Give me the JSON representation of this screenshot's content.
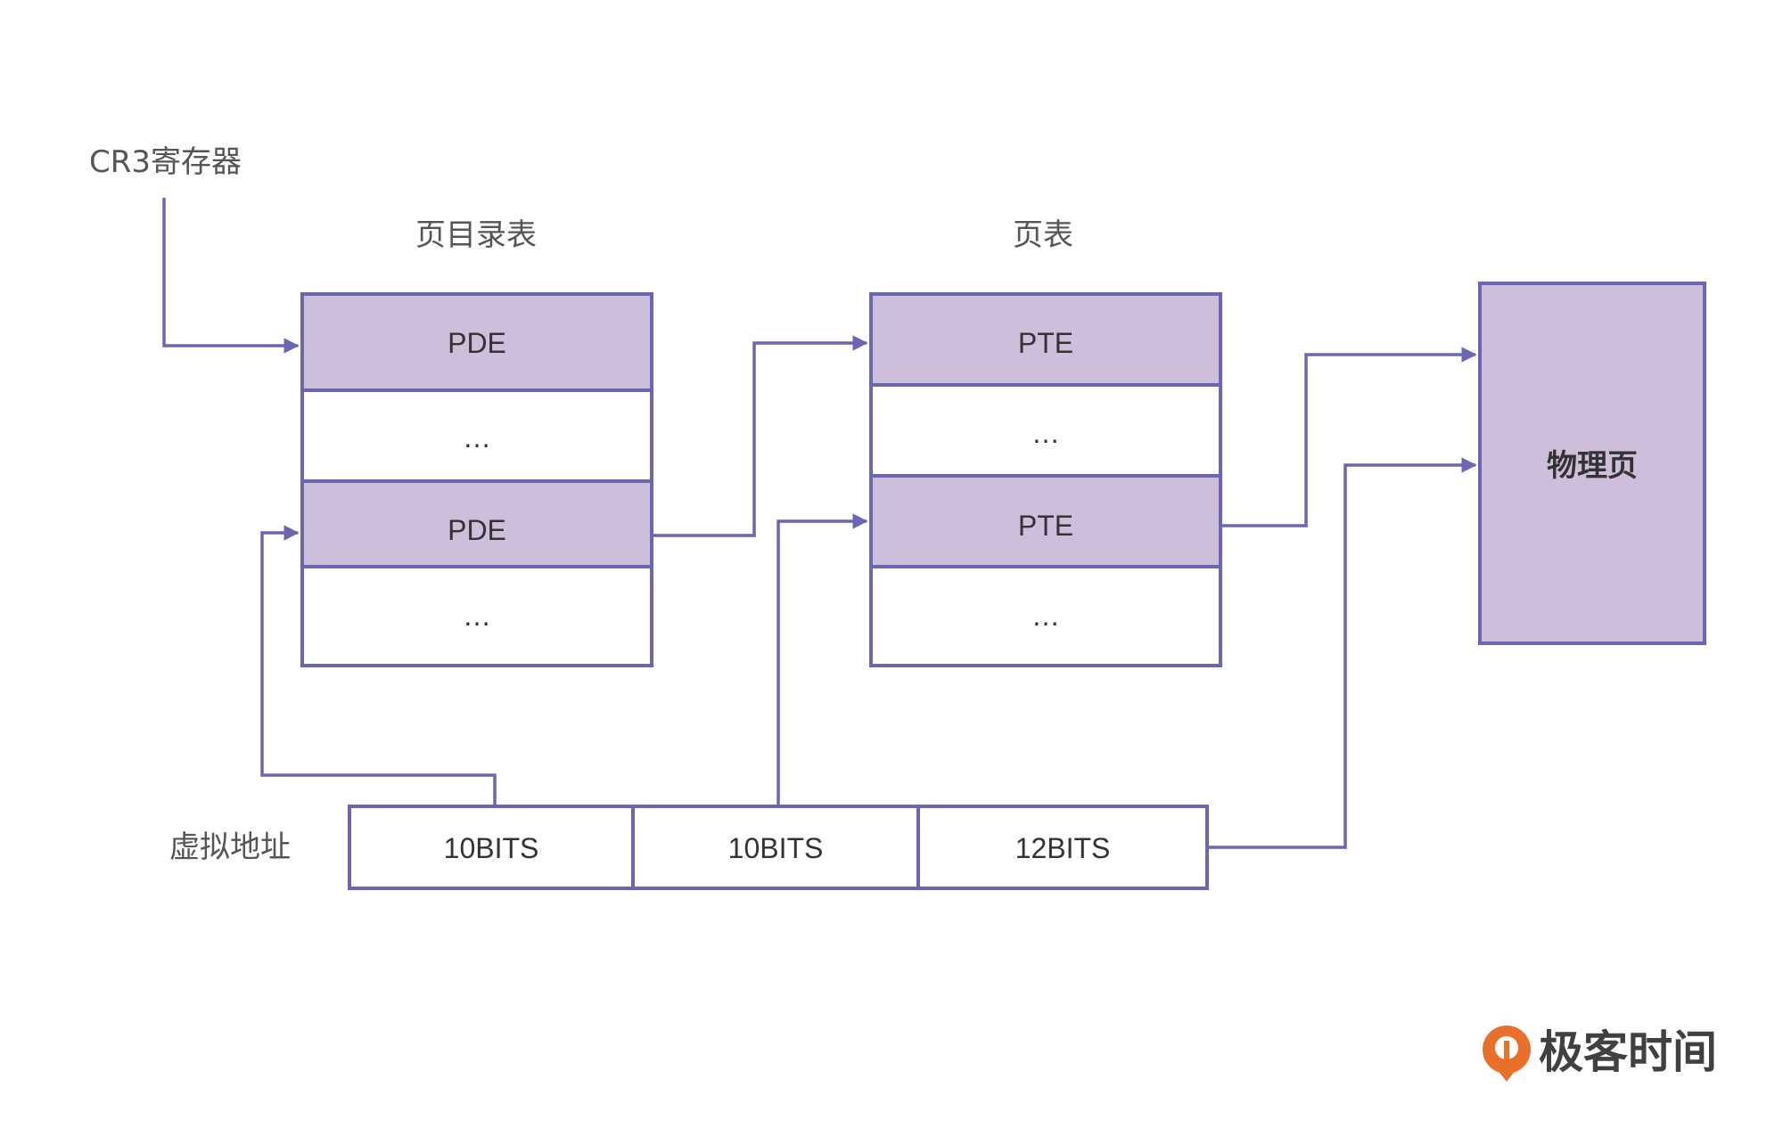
{
  "colors": {
    "line": "#6a67b0",
    "fill_highlight": "#cdbfdb",
    "fill_plain": "#ffffff",
    "logo_orange": "#e8702a"
  },
  "labels": {
    "cr3": "CR3寄存器",
    "page_directory": "页目录表",
    "page_table": "页表",
    "virtual_address": "虚拟地址"
  },
  "page_directory_entries": [
    "PDE",
    "…",
    "PDE",
    "…"
  ],
  "page_table_entries": [
    "PTE",
    "…",
    "PTE",
    "…"
  ],
  "physical_page": "物理页",
  "virtual_address_fields": [
    "10BITS",
    "10BITS",
    "12BITS"
  ],
  "logo": {
    "text": "极客时间",
    "icon": "geektime-logo-icon"
  }
}
